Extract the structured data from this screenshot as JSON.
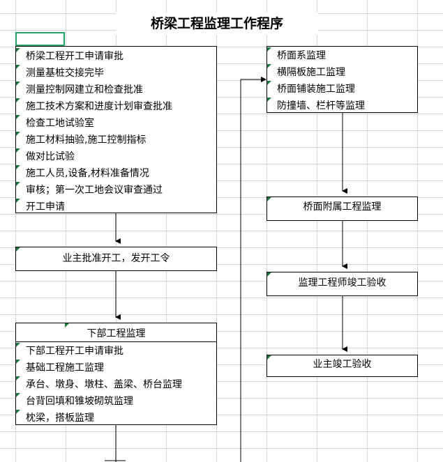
{
  "title": "桥梁工程监理工作程序",
  "left_column": {
    "start_box": {
      "items": [
        "桥梁工程开工申请审批",
        "测量基桩交接完毕",
        "测量控制网建立和检查批准",
        "施工技术方案和进度计划审查批准",
        "检查工地试验室",
        "施工材料抽验,施工控制指标",
        "做对比试验",
        "施工人员,设备,材料准备情况",
        "审核；第一次工地会议审查通过",
        "开工申请"
      ]
    },
    "approval_box": {
      "label": "业主批准开工，发开工令"
    },
    "substructure_box": {
      "header": "下部工程监理",
      "items": [
        "下部工程开工申请审批",
        "基础工程施工监理",
        "承台、墩身、墩柱、盖梁、桥台监理",
        "台背回填和锥坡砌筑监理",
        "枕梁，搭板监理"
      ]
    }
  },
  "right_column": {
    "deck_box": {
      "items": [
        "桥面系监理",
        "横隔板施工监理",
        "桥面铺装施工监理",
        "防撞墙、栏杆等监理"
      ]
    },
    "ancillary_box": {
      "label": "桥面附属工程监理"
    },
    "engineer_acceptance_box": {
      "label": "监理工程师竣工验收"
    },
    "owner_acceptance_box": {
      "label": "业主竣工验收"
    }
  },
  "colors": {
    "grid_line": "#d4d4d4",
    "selection": "#21a366",
    "cell_marker": "#1a7a37"
  }
}
